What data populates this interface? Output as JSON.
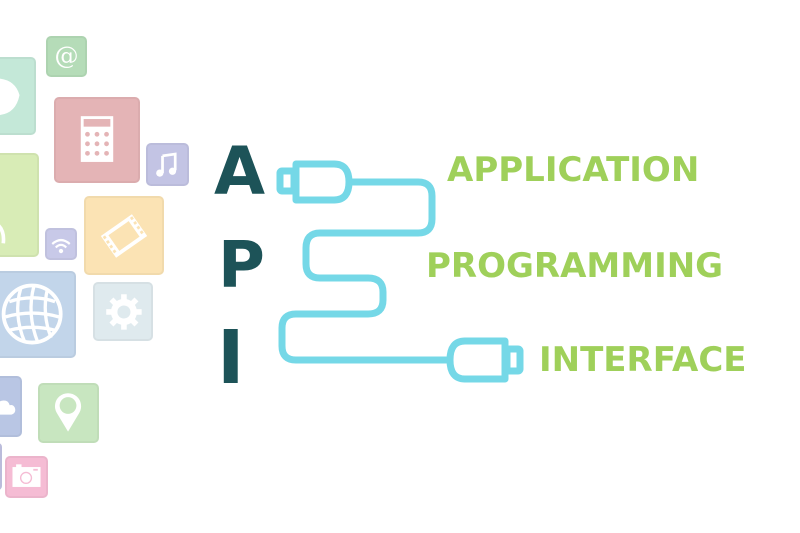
{
  "colors": {
    "letters": "#1d5358",
    "words": "#9fd05a",
    "cable": "#75d8e7",
    "background": "#ffffff"
  },
  "acronym": {
    "letters": [
      "A",
      "P",
      "I"
    ]
  },
  "expansion": {
    "words": [
      "APPLICATION",
      "PROGRAMMING",
      "INTERFACE"
    ]
  },
  "icon_tiles": [
    {
      "icon": "chat-bubble-icon",
      "color": "#c4e8d8"
    },
    {
      "icon": "at-sign-icon",
      "color": "#b5dcb8",
      "glyph": "@"
    },
    {
      "icon": "calculator-icon",
      "color": "#e4b4b6"
    },
    {
      "icon": "music-note-icon",
      "color": "#c3c4e4",
      "glyph": "♫"
    },
    {
      "icon": "signal-icon",
      "color": "#d8ecb6"
    },
    {
      "icon": "wifi-icon",
      "color": "#c8c9e8"
    },
    {
      "icon": "film-icon",
      "color": "#fbe3b4"
    },
    {
      "icon": "globe-icon",
      "color": "#c2d5ea"
    },
    {
      "icon": "gear-icon",
      "color": "#dfeaee"
    },
    {
      "icon": "cloud-icon",
      "color": "#b9c6e4"
    },
    {
      "icon": "location-pin-icon",
      "color": "#c8e6c0"
    },
    {
      "icon": "camera-icon",
      "color": "#f5bcd4"
    }
  ]
}
